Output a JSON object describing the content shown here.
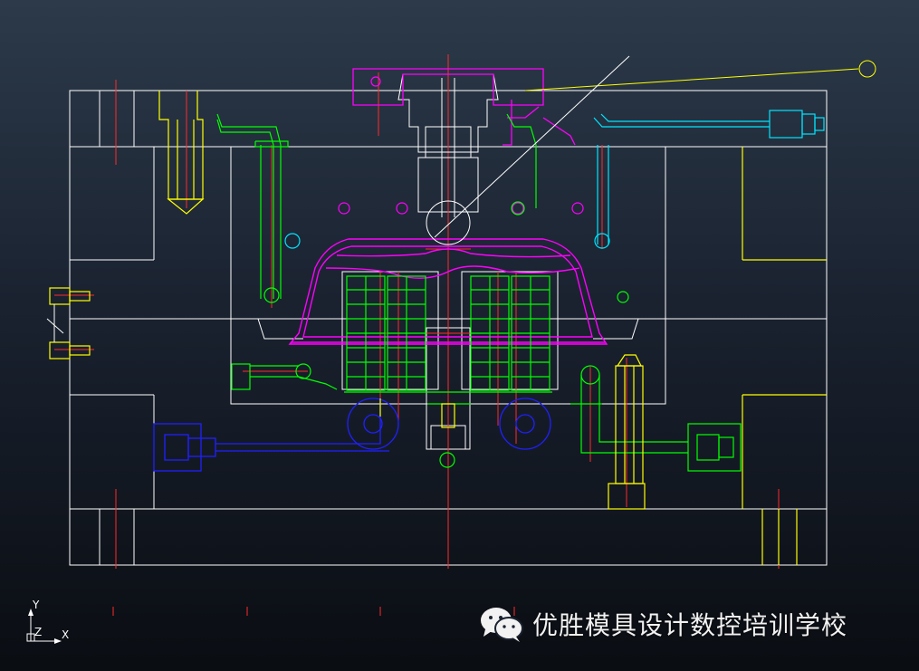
{
  "colors": {
    "background_top": "#2c3a4a",
    "background_bottom": "#0a0d12",
    "plate": "#ffffff",
    "centerline": "#ff2a2a",
    "cooling": "#00ff00",
    "product": "#ff00ff",
    "ejector": "#ffff00",
    "fitting_top": "#00e5ff",
    "fitting_bottom": "#0000ff"
  },
  "axis_indicator": {
    "y_label": "Y",
    "z_label": "Z",
    "x_label": "X"
  },
  "watermark": {
    "icon": "wechat-icon",
    "text": "优胜模具设计数控培训学校"
  }
}
